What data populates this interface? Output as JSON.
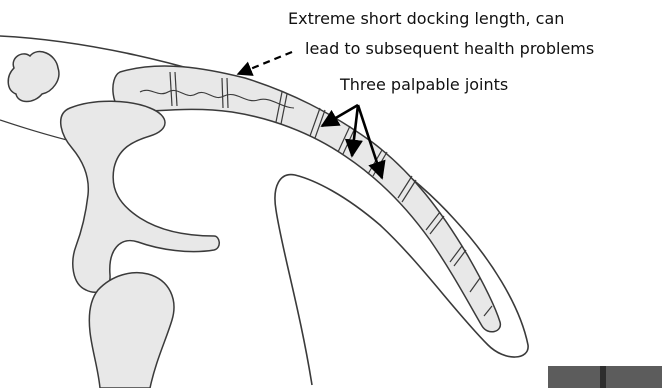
{
  "annotations": {
    "docking_line1": "Extreme short docking length, can",
    "docking_line2": "lead to subsequent health problems",
    "joints": "Three palpable joints"
  },
  "colors": {
    "bone_fill": "#e8e8e8",
    "outline": "#3a3a3a",
    "arrow": "#000000",
    "photo_corner": "#5c5c5c"
  },
  "icons": {
    "docking_arrow": "dashed-arrow",
    "joints_arrows": "solid-arrows"
  }
}
